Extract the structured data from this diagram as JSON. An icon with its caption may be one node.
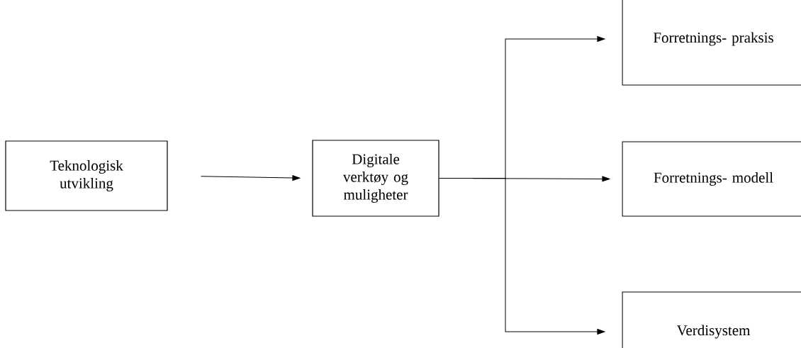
{
  "diagram": {
    "nodes": [
      {
        "text": [
          "Teknologisk utvikling"
        ]
      },
      {
        "text": [
          "Digitale verktøy og muligheter"
        ]
      },
      {
        "text": [
          "Forretnings- praksis"
        ]
      },
      {
        "text": [
          "Forretnings- modell"
        ]
      },
      {
        "text": [
          "Verdisystem"
        ]
      }
    ],
    "edges": [
      {
        "from": 0,
        "to": 1,
        "arrow": "to"
      },
      {
        "from": 1,
        "to": 2,
        "arrow": "to"
      },
      {
        "from": 1,
        "to": 3,
        "arrow": "to"
      },
      {
        "from": 1,
        "to": 4,
        "arrow": "to"
      }
    ]
  }
}
